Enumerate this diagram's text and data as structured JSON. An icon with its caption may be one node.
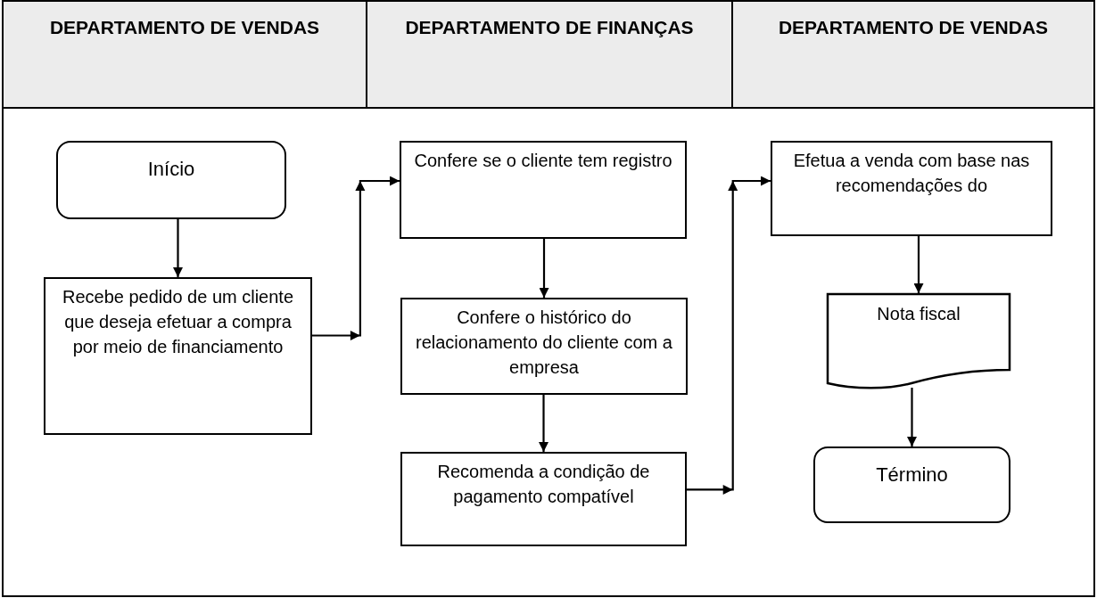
{
  "diagram": {
    "nodes": [
      {
        "text": [
          "DEPARTAMENTO DE VENDAS"
        ]
      },
      {
        "text": [
          "DEPARTAMENTO DE FINANÇAS"
        ]
      },
      {
        "text": [
          "DEPARTAMENTO DE VENDAS"
        ]
      },
      {
        "text": [
          "Início"
        ]
      },
      {
        "text": [
          "Recebe pedido de um cliente que deseja efetuar a compra por meio de financiamento"
        ]
      },
      {
        "text": [
          "Confere se o cliente tem registro"
        ]
      },
      {
        "text": [
          "Confere o histórico do relacionamento do cliente com a empresa"
        ]
      },
      {
        "text": [
          "Recomenda a condição de pagamento compatível"
        ]
      },
      {
        "text": [
          "Efetua a venda com base nas recomendações do"
        ]
      },
      {
        "text": [
          "Nota fiscal"
        ]
      },
      {
        "text": [
          "Término"
        ]
      }
    ],
    "edges": [
      {
        "from": 3,
        "to": 4,
        "arrow": "to"
      },
      {
        "from": 4,
        "to": 5,
        "arrow": "to"
      },
      {
        "from": 5,
        "to": 6,
        "arrow": "to"
      },
      {
        "from": 6,
        "to": 7,
        "arrow": "to"
      },
      {
        "from": 7,
        "to": 8,
        "arrow": "to"
      },
      {
        "from": 8,
        "to": 9,
        "arrow": "to"
      },
      {
        "from": 9,
        "to": 10,
        "arrow": "to"
      }
    ]
  }
}
